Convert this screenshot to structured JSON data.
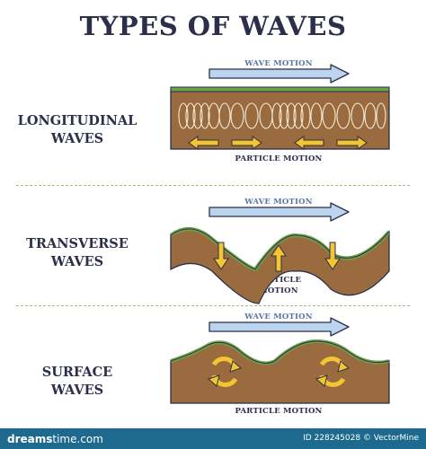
{
  "title": "TYPES OF WAVES",
  "wave_motion_label": "WAVE MOTION",
  "rows": [
    {
      "name_line1": "LONGITUDINAL",
      "name_line2": "WAVES",
      "particle_label": "PARTICLE MOTION"
    },
    {
      "name_line1": "TRANSVERSE",
      "name_line2": "WAVES",
      "particle_label_line1": "PARTICLE",
      "particle_label_line2": "MOTION"
    },
    {
      "name_line1": "SURFACE",
      "name_line2": "WAVES",
      "particle_label": "PARTICLE MOTION"
    }
  ],
  "footer": {
    "brand_bold": "dreams",
    "brand_thin": "time.com",
    "credit": "ID 228245028 © VectorMine"
  },
  "colors": {
    "soil": "#9a6b3f",
    "soil_dark": "#5e3d22",
    "grass": "#6ea24a",
    "arrow_fill": "#bcd4ee",
    "arrow_stroke": "#2b2f4a",
    "particle_arrow": "#f2c531",
    "title": "#2b2f4a",
    "footer_bg": "#1d6a8e"
  },
  "icons": [
    "wave-motion-arrow",
    "particle-arrow",
    "rotation-arrow",
    "coil-spring"
  ]
}
